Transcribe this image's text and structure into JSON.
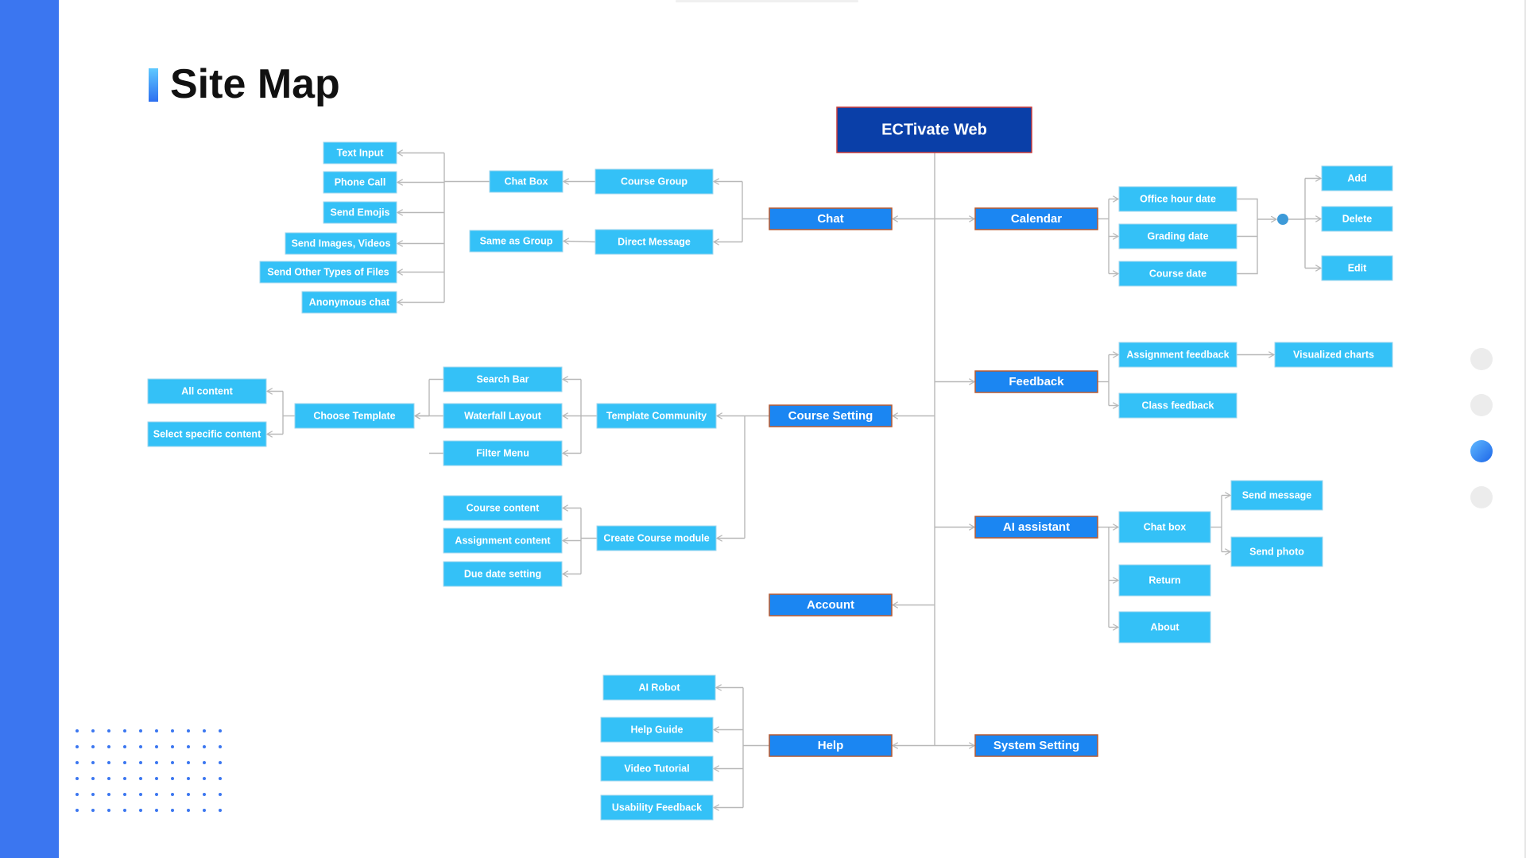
{
  "title": "Site Map",
  "colors": {
    "root_fill": "#0a3fa8",
    "main_fill": "#1b86f2",
    "sub_fill": "#34c1f7",
    "line": "#b8b8b8",
    "accent_bar": "#3b76f0"
  },
  "nodes": {
    "root": "ECTivate Web",
    "chat": "Chat",
    "course_setting": "Course Setting",
    "account": "Account",
    "help": "Help",
    "calendar": "Calendar",
    "feedback": "Feedback",
    "ai_assistant": "AI assistant",
    "system_setting": "System Setting",
    "course_group": "Course Group",
    "direct_message": "Direct Message",
    "chat_box": "Chat Box",
    "same_as_group": "Same as Group",
    "text_input": "Text Input",
    "phone_call": "Phone Call",
    "send_emojis": "Send Emojis",
    "send_images_videos": "Send Images, Videos",
    "send_other_files": "Send Other Types of Files",
    "anonymous_chat": "Anonymous chat",
    "template_community": "Template Community",
    "search_bar": "Search Bar",
    "waterfall_layout": "Waterfall Layout",
    "filter_menu": "Filter Menu",
    "choose_template": "Choose Template",
    "all_content": "All content",
    "select_specific_content": "Select specific content",
    "create_course_module": "Create Course module",
    "course_content": "Course content",
    "assignment_content": "Assignment content",
    "due_date_setting": "Due date setting",
    "ai_robot": "AI Robot",
    "help_guide": "Help Guide",
    "video_tutorial": "Video Tutorial",
    "usability_feedback": "Usability Feedback",
    "office_hour_date": "Office hour date",
    "grading_date": "Grading date",
    "course_date": "Course date",
    "add": "Add",
    "delete": "Delete",
    "edit": "Edit",
    "assignment_feedback": "Assignment feedback",
    "visualized_charts": "Visualized charts",
    "class_feedback": "Class feedback",
    "ai_chat_box": "Chat box",
    "send_message": "Send message",
    "send_photo": "Send photo",
    "return": "Return",
    "about": "About"
  },
  "pagination": {
    "total": 4,
    "active_index": 2,
    "inactive_color": "#ececec",
    "active_color": "#2d7cf0"
  }
}
